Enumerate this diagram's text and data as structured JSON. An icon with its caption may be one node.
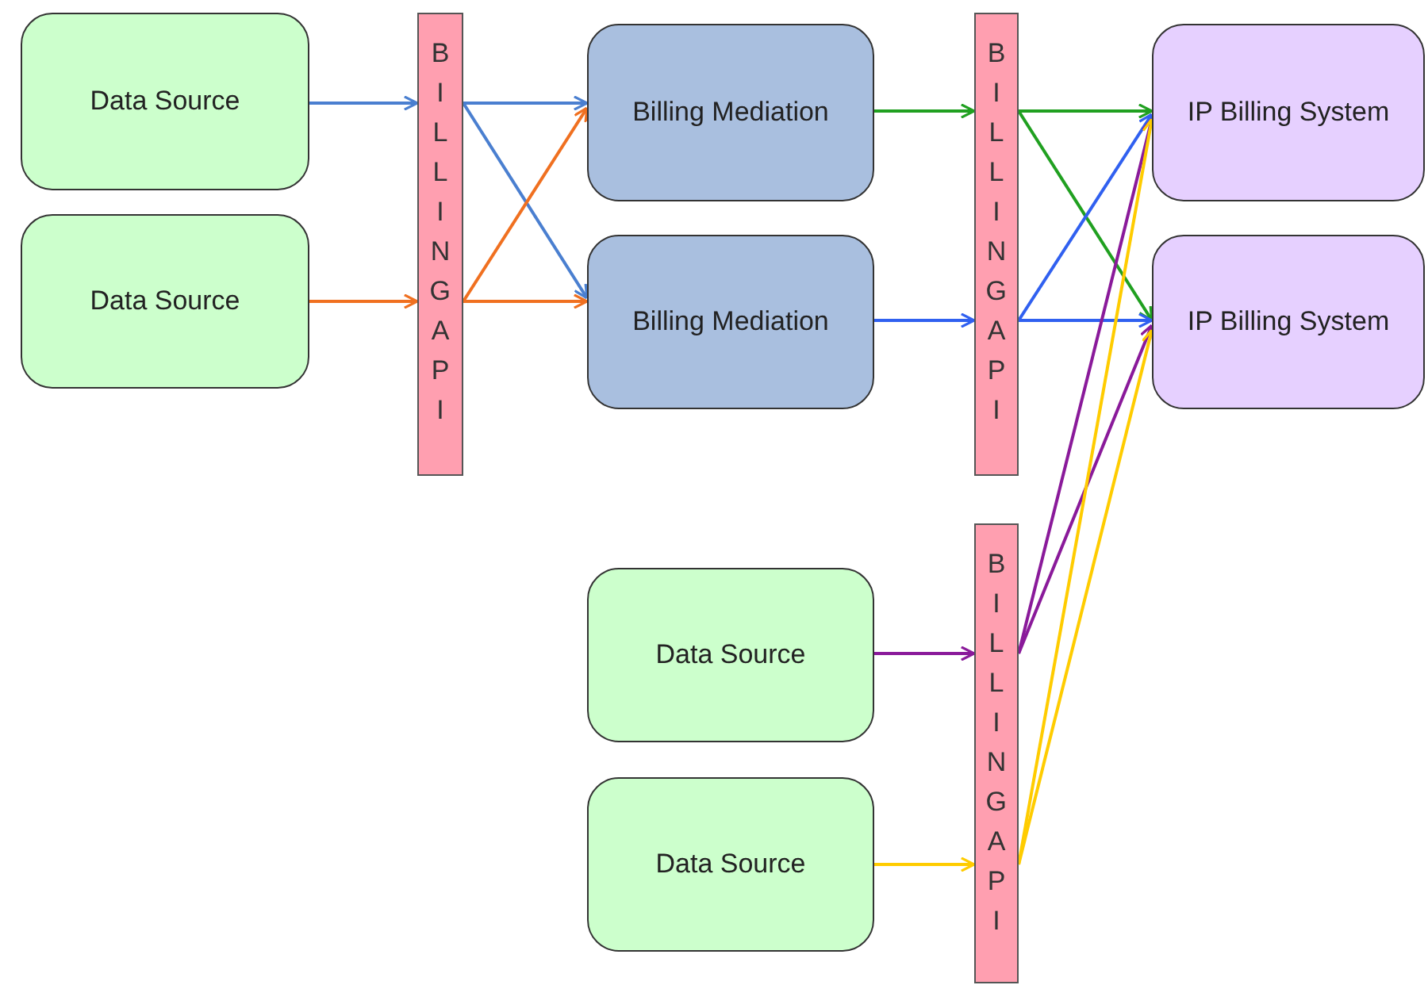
{
  "diagram": {
    "nodes": [
      {
        "text": [
          "Data Source"
        ]
      },
      {
        "text": [
          "Data Source"
        ]
      },
      {
        "text": [
          "BILLING API"
        ]
      },
      {
        "text": [
          "Billing Mediation"
        ]
      },
      {
        "text": [
          "Billing Mediation"
        ]
      },
      {
        "text": [
          "BILLING API"
        ]
      },
      {
        "text": [
          "IP Billing System"
        ]
      },
      {
        "text": [
          "IP Billing System"
        ]
      },
      {
        "text": [
          "Data Source"
        ]
      },
      {
        "text": [
          "Data Source"
        ]
      },
      {
        "text": [
          "BILLING API"
        ]
      }
    ],
    "edges": [
      {
        "from": 0,
        "to": 2,
        "arrow": "to",
        "color": "#4a7fd0"
      },
      {
        "from": 1,
        "to": 2,
        "arrow": "to",
        "color": "#f07020"
      },
      {
        "from": 2,
        "to": 3,
        "arrow": "to",
        "color": "#4a7fd0"
      },
      {
        "from": 2,
        "to": 4,
        "arrow": "to",
        "color": "#4a7fd0"
      },
      {
        "from": 2,
        "to": 3,
        "arrow": "to",
        "color": "#f07020"
      },
      {
        "from": 2,
        "to": 4,
        "arrow": "to",
        "color": "#f07020"
      },
      {
        "from": 3,
        "to": 5,
        "arrow": "to",
        "color": "#20a020"
      },
      {
        "from": 4,
        "to": 5,
        "arrow": "to",
        "color": "#3060f0"
      },
      {
        "from": 5,
        "to": 6,
        "arrow": "to",
        "color": "#20a020"
      },
      {
        "from": 5,
        "to": 7,
        "arrow": "to",
        "color": "#20a020"
      },
      {
        "from": 5,
        "to": 6,
        "arrow": "to",
        "color": "#3060f0"
      },
      {
        "from": 5,
        "to": 7,
        "arrow": "to",
        "color": "#3060f0"
      },
      {
        "from": 8,
        "to": 10,
        "arrow": "to",
        "color": "#8a1a9a"
      },
      {
        "from": 9,
        "to": 10,
        "arrow": "to",
        "color": "#ffcc00"
      },
      {
        "from": 10,
        "to": 6,
        "arrow": "to",
        "color": "#8a1a9a"
      },
      {
        "from": 10,
        "to": 7,
        "arrow": "to",
        "color": "#8a1a9a"
      },
      {
        "from": 10,
        "to": 6,
        "arrow": "to",
        "color": "#ffcc00"
      },
      {
        "from": 10,
        "to": 7,
        "arrow": "to",
        "color": "#ffcc00"
      }
    ]
  }
}
